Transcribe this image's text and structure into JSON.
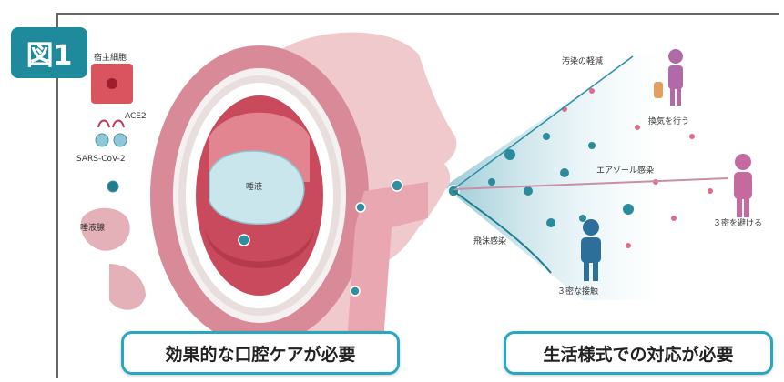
{
  "figure_label": "図1",
  "labels": {
    "host_cell": "宿主細胞",
    "ace2": "ACE2",
    "virus": "SARS-CoV-2",
    "salivary_gland": "唾液腺",
    "saliva": "唾液",
    "contamination": "汚染の軽減",
    "ventilation": "換気を行う",
    "aerosol": "エアゾール感染",
    "avoid_3c": "３密を避ける",
    "droplet": "飛沫感染",
    "close_contact": "３密な接触"
  },
  "captions": {
    "oral_care": "効果的な口腔ケアが必要",
    "lifestyle": "生活様式での対応が必要"
  },
  "colors": {
    "accent_teal": "#1e8a9c",
    "caption_border": "#29a6c2",
    "mouth_pink": "#d98a98",
    "person_purple": "#b06aa8",
    "person_blue": "#2c6f9a"
  }
}
